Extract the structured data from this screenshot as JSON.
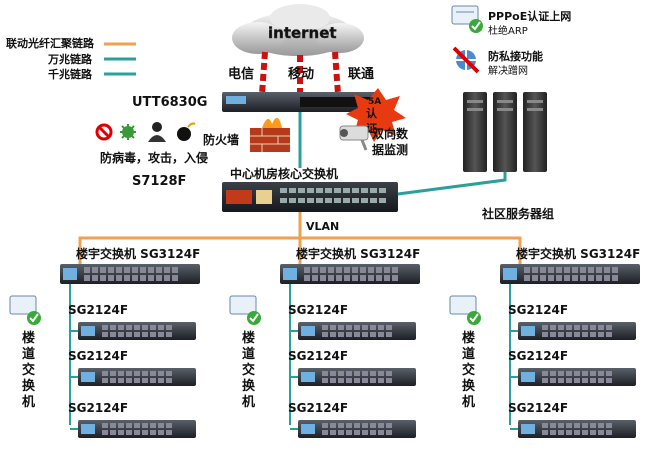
{
  "legend": [
    {
      "label": "联动光纤汇聚链路",
      "color": "#f0a050"
    },
    {
      "label": "万兆链路",
      "color": "#2aa09a"
    },
    {
      "label": "千兆链路",
      "color": "#2aa09a"
    }
  ],
  "internet": "internet",
  "isps": [
    "电信",
    "移动",
    "联通"
  ],
  "gateway": {
    "model": "UTT6830G"
  },
  "security": {
    "firewall": "防火墙",
    "threats": "防病毒，攻击，入侵",
    "core_model": "S7128F"
  },
  "features": [
    {
      "title": "PPPoE认证上网",
      "subtitle": "杜绝ARP"
    },
    {
      "title": "防私接功能",
      "subtitle": "解决蹭网"
    }
  ],
  "auth_badge": {
    "line1": "5A",
    "line2": "认",
    "line3": "证"
  },
  "monitor": {
    "line1": "双向数",
    "line2": "据监测"
  },
  "core_switch": {
    "label": "中心机房核心交换机"
  },
  "vlan": "VLAN",
  "server_group": "社区服务器组",
  "buildings": [
    {
      "name": "楼宇交换机 SG3124F",
      "floor_label": [
        "楼",
        "道",
        "交",
        "换",
        "机"
      ],
      "floors": [
        "SG2124F",
        "SG2124F",
        "SG2124F"
      ]
    },
    {
      "name": "楼宇交换机 SG3124F",
      "floor_label": [
        "楼",
        "道",
        "交",
        "换",
        "机"
      ],
      "floors": [
        "SG2124F",
        "SG2124F",
        "SG2124F"
      ]
    },
    {
      "name": "楼宇交换机 SG3124F",
      "floor_label": [
        "楼",
        "道",
        "交",
        "换",
        "机"
      ],
      "floors": [
        "SG2124F",
        "SG2124F",
        "SG2124F"
      ]
    }
  ],
  "colors": {
    "fiber": "#f0a050",
    "link": "#2aa09a",
    "isp_link": "#cc1111",
    "switch_body": "#2b2f36"
  }
}
